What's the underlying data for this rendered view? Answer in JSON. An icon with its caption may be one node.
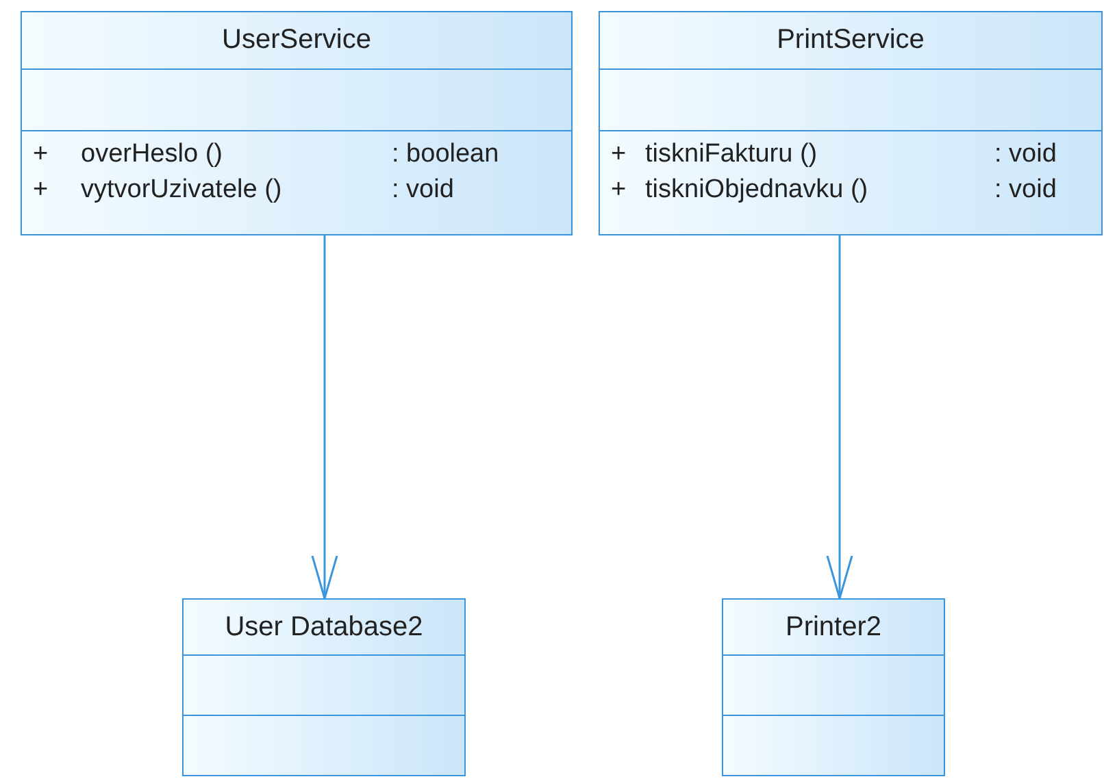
{
  "diagram": {
    "nodes": [
      {
        "text": [
          "UserService",
          "+",
          "overHeslo ()",
          ": boolean",
          "+",
          "vytvorUzivatele ()",
          ": void"
        ]
      },
      {
        "text": [
          "PrintService",
          "+",
          "tiskniFakturu ()",
          ": void",
          "+",
          "tiskniObjednavku ()",
          ": void"
        ]
      },
      {
        "text": [
          "User Database2"
        ]
      },
      {
        "text": [
          "Printer2"
        ]
      }
    ],
    "edges": [
      {
        "from": 0,
        "to": 2,
        "arrow": "to"
      },
      {
        "from": 1,
        "to": 3,
        "arrow": "to"
      }
    ]
  }
}
